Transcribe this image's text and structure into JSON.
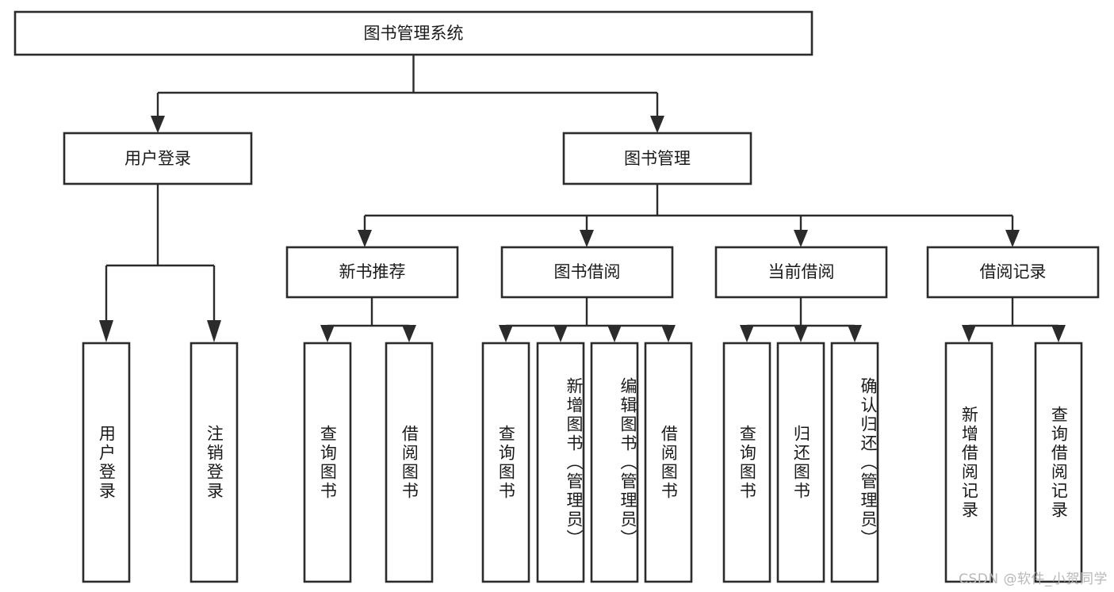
{
  "diagram": {
    "type": "tree",
    "title": "图书管理系统",
    "orientation": "top-down",
    "watermark": "CSDN @软件_小贺同学",
    "colors": {
      "box_stroke": "#2b2b2b",
      "box_fill": "#ffffff",
      "text": "#1a1a1a",
      "background": "#ffffff",
      "watermark": "#b8b8b8"
    },
    "nodes": {
      "root": {
        "label": "图书管理系统",
        "level": 1,
        "orientation": "horizontal"
      },
      "l2": [
        {
          "label": "用户登录",
          "level": 2,
          "orientation": "horizontal"
        },
        {
          "label": "图书管理",
          "level": 2,
          "orientation": "horizontal"
        }
      ],
      "l3": [
        {
          "label": "新书推荐",
          "level": 3,
          "orientation": "horizontal"
        },
        {
          "label": "图书借阅",
          "level": 3,
          "orientation": "horizontal"
        },
        {
          "label": "当前借阅",
          "level": 3,
          "orientation": "horizontal"
        },
        {
          "label": "借阅记录",
          "level": 3,
          "orientation": "horizontal"
        }
      ],
      "leaves": {
        "login": [
          {
            "label": "用户登录",
            "orientation": "vertical"
          },
          {
            "label": "注销登录",
            "orientation": "vertical"
          }
        ],
        "new_book": [
          {
            "label": "查询图书",
            "orientation": "vertical"
          },
          {
            "label": "借阅图书",
            "orientation": "vertical"
          }
        ],
        "borrow": [
          {
            "label": "查询图书",
            "orientation": "vertical"
          },
          {
            "label": "新增图书（管理员）",
            "orientation": "vertical"
          },
          {
            "label": "编辑图书（管理员）",
            "orientation": "vertical"
          },
          {
            "label": "借阅图书",
            "orientation": "vertical"
          }
        ],
        "current": [
          {
            "label": "查询图书",
            "orientation": "vertical"
          },
          {
            "label": "归还图书",
            "orientation": "vertical"
          },
          {
            "label": "确认归还（管理员）",
            "orientation": "vertical"
          }
        ],
        "record": [
          {
            "label": "新增借阅记录",
            "orientation": "vertical"
          },
          {
            "label": "查询借阅记录",
            "orientation": "vertical"
          }
        ]
      }
    },
    "edges": [
      {
        "from": "图书管理系统",
        "to": "用户登录"
      },
      {
        "from": "图书管理系统",
        "to": "图书管理"
      },
      {
        "from": "图书管理",
        "to": "新书推荐"
      },
      {
        "from": "图书管理",
        "to": "图书借阅"
      },
      {
        "from": "图书管理",
        "to": "当前借阅"
      },
      {
        "from": "图书管理",
        "to": "借阅记录"
      },
      {
        "from": "用户登录",
        "to": "用户登录"
      },
      {
        "from": "用户登录",
        "to": "注销登录"
      },
      {
        "from": "新书推荐",
        "to": "查询图书"
      },
      {
        "from": "新书推荐",
        "to": "借阅图书"
      },
      {
        "from": "图书借阅",
        "to": "查询图书"
      },
      {
        "from": "图书借阅",
        "to": "新增图书（管理员）"
      },
      {
        "from": "图书借阅",
        "to": "编辑图书（管理员）"
      },
      {
        "from": "图书借阅",
        "to": "借阅图书"
      },
      {
        "from": "当前借阅",
        "to": "查询图书"
      },
      {
        "from": "当前借阅",
        "to": "归还图书"
      },
      {
        "from": "当前借阅",
        "to": "确认归还（管理员）"
      },
      {
        "from": "借阅记录",
        "to": "新增借阅记录"
      },
      {
        "from": "借阅记录",
        "to": "查询借阅记录"
      }
    ]
  }
}
